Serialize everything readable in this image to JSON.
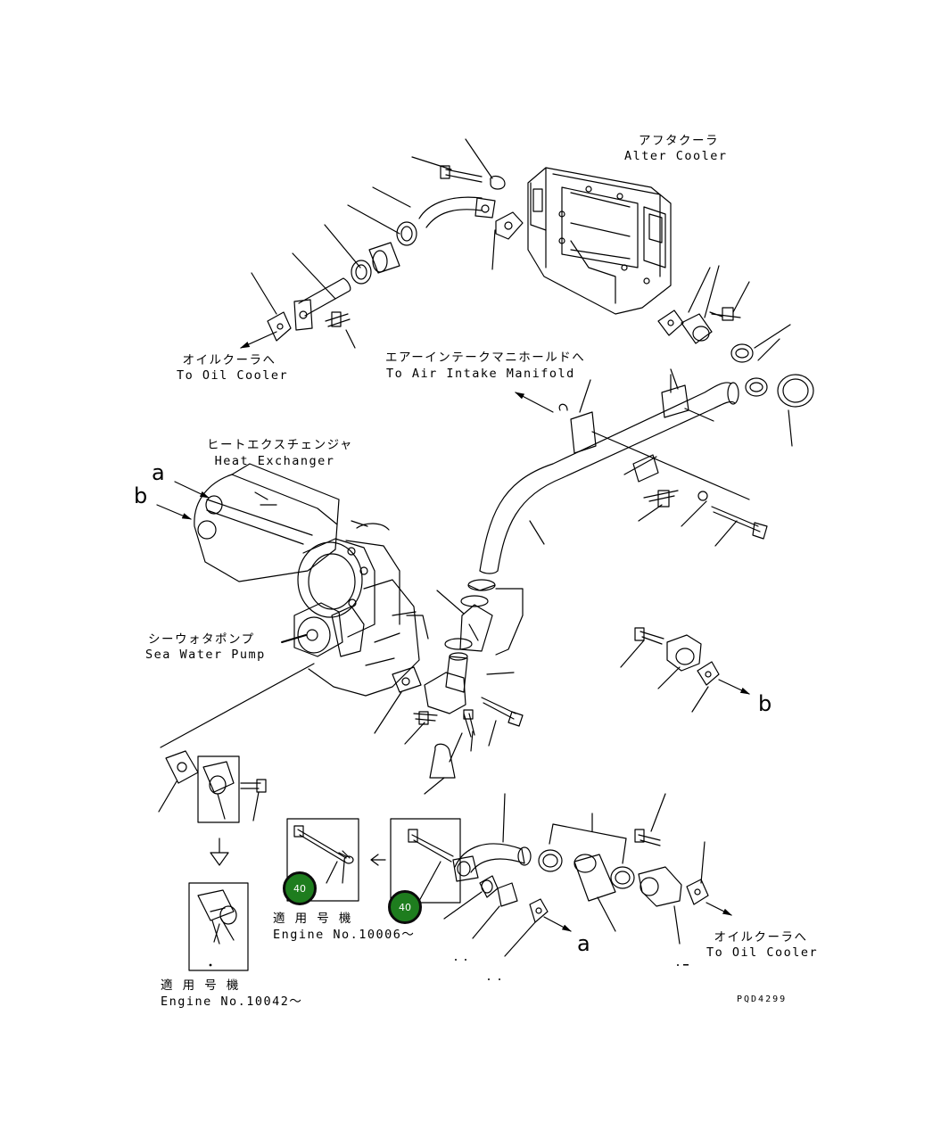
{
  "labels": {
    "after_cooler_jp": "アフタクーラ",
    "after_cooler_en": "Alter Cooler",
    "to_oil_cooler_top_jp": "オイルクーラへ",
    "to_oil_cooler_top_en": "To Oil Cooler",
    "air_intake_jp": "エアーインテークマニホールドへ",
    "air_intake_en": "To Air Intake Manifold",
    "heat_exchanger_jp": "ヒートエクスチェンジャ",
    "heat_exchanger_en": "Heat Exchanger",
    "sea_water_pump_jp": "シーウォタポンプ",
    "sea_water_pump_en": "Sea Water Pump",
    "serial_a_jp": "適 用 号 機",
    "serial_a_en": "Engine No.10006～",
    "serial_b_jp": "適 用 号 機",
    "serial_b_en": "Engine No.10042～",
    "to_oil_cooler_bottom_jp": "オイルクーラへ",
    "to_oil_cooler_bottom_en": "To Oil Cooler",
    "drawing_code": "PQD4299"
  },
  "markers": {
    "a_top": "a",
    "b_top": "b",
    "b_right": "b",
    "a_bottom": "a"
  },
  "badges": {
    "left": "40",
    "right": "40"
  },
  "colors": {
    "badge_fill": "#1e7d1e",
    "line": "#000000"
  }
}
